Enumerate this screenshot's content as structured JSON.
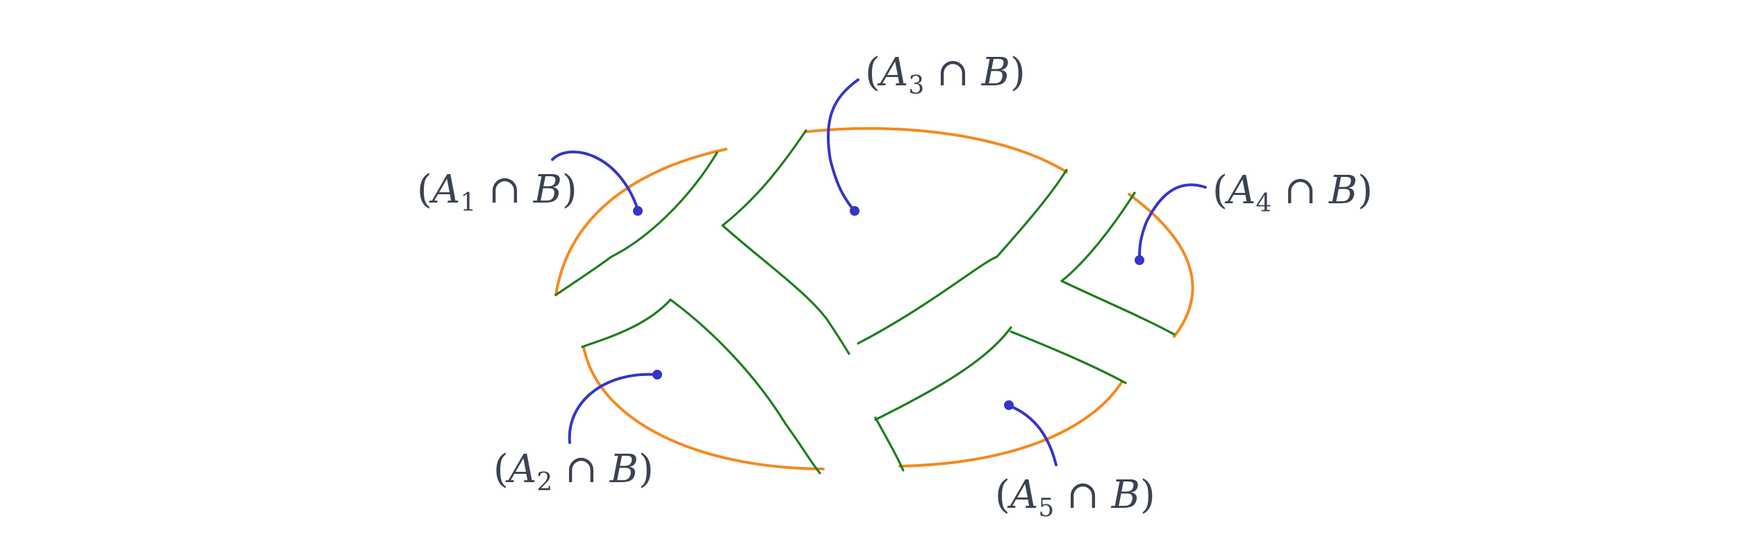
{
  "diagram": {
    "regions": [
      {
        "id": "r1",
        "set": "A",
        "index": "1",
        "op": "∩",
        "other": "B"
      },
      {
        "id": "r2",
        "set": "A",
        "index": "2",
        "op": "∩",
        "other": "B"
      },
      {
        "id": "r3",
        "set": "A",
        "index": "3",
        "op": "∩",
        "other": "B"
      },
      {
        "id": "r4",
        "set": "A",
        "index": "4",
        "op": "∩",
        "other": "B"
      },
      {
        "id": "r5",
        "set": "A",
        "index": "5",
        "op": "∩",
        "other": "B"
      }
    ],
    "colors": {
      "boundary_B": "#f5891e",
      "boundary_A": "#1c7f1c",
      "pointer": "#3535c8",
      "text": "#3b4252"
    }
  }
}
